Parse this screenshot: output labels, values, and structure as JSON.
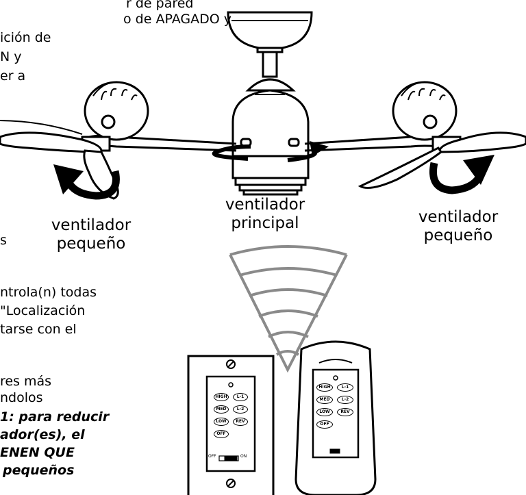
{
  "left_text": {
    "para1": [
      "r de pared",
      "o de APAGADO y",
      "ición de",
      "N y",
      "er a"
    ],
    "para2": [
      "s"
    ],
    "para3": [
      "ntrola(n) todas",
      "\"Localización",
      "tarse con el"
    ],
    "para4_plain": [
      "res más",
      "ndolos"
    ],
    "para4_bold": [
      "1: para reducir",
      "ador(es), el",
      "ENEN QUE",
      "pequeños"
    ]
  },
  "labels": {
    "small_fan_left": [
      "ventilador",
      "pequeño"
    ],
    "main_fan": [
      "ventilador",
      "principal"
    ],
    "small_fan_right": [
      "ventilador",
      "pequeño"
    ]
  },
  "wall_control": {
    "buttons": [
      "HIGH",
      "L-1",
      "MED",
      "L-2",
      "LOW",
      "REV",
      "OFF"
    ],
    "switch_off": "OFF",
    "switch_on": "ON"
  },
  "remote": {
    "buttons": [
      "HIGH",
      "L-1",
      "MED",
      "L-2",
      "LOW",
      "REV",
      "OFF"
    ]
  }
}
